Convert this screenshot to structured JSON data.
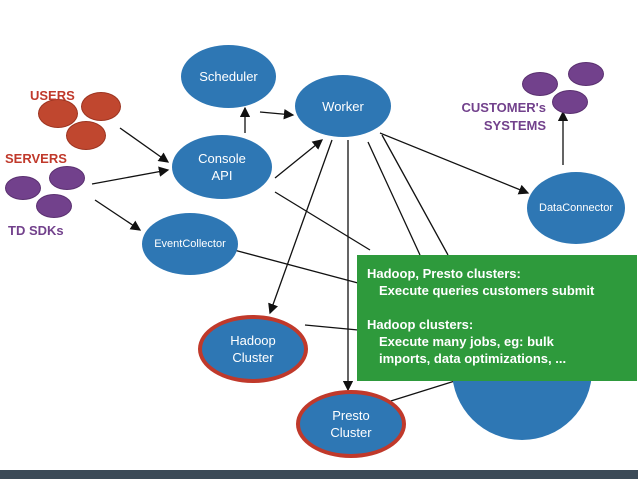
{
  "nodes": {
    "scheduler": "Scheduler",
    "worker": "Worker",
    "console_api": [
      "Console",
      "API"
    ],
    "event_collector": "EventCollector",
    "data_connector": "DataConnector",
    "hadoop_cluster": [
      "Hadoop",
      "Cluster"
    ],
    "presto_cluster": [
      "Presto",
      "Cluster"
    ]
  },
  "labels": {
    "users": "USERS",
    "servers": "SERVERS",
    "td_sdks": "TD SDKs",
    "customer_systems": [
      "CUSTOMER's",
      "SYSTEMS"
    ]
  },
  "callout": {
    "heading1": "Hadoop, Presto clusters:",
    "line1": "Execute queries customers submit",
    "heading2": "Hadoop clusters:",
    "line2": "Execute many jobs, eg: bulk",
    "line3": "imports, data optimizations, ..."
  },
  "colors": {
    "node_blue": "#2e77b4",
    "users_red": "#c0472f",
    "sdk_purple": "#72418c",
    "callout_green": "#2e9a3c",
    "cluster_ring": "#c0392b"
  }
}
